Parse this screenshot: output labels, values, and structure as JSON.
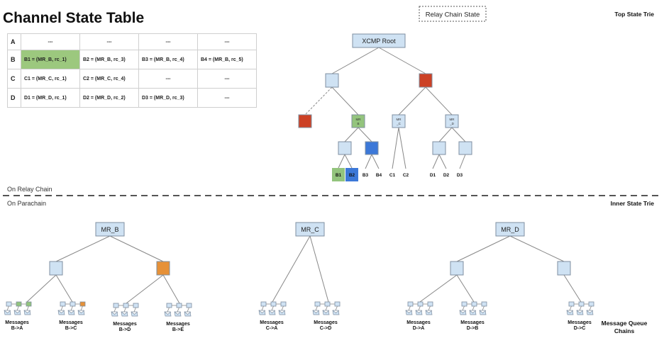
{
  "title": "Channel State Table",
  "table": {
    "rows": [
      {
        "key": "A",
        "cells": [
          "---",
          "---",
          "---",
          "---"
        ]
      },
      {
        "key": "B",
        "cells": [
          "B1 = (MR_B, rc_1)",
          "B2 = (MR_B, rc_3)",
          "B3 = (MR_B, rc_4)",
          "B4 = (MR_B, rc_5)"
        ]
      },
      {
        "key": "C",
        "cells": [
          "C1 = (MR_C, rc_1)",
          "C2 = (MR_C, rc_4)",
          "---",
          "---"
        ]
      },
      {
        "key": "D",
        "cells": [
          "D1 = (MR_D, rc_1)",
          "D2 = (MR_D, rc_2)",
          "D3 = (MR_D, rc_3)",
          "---"
        ]
      }
    ]
  },
  "labels": {
    "relay_chain_state": "Relay Chain State",
    "top_state_trie": "Top State Trie",
    "xcmp_root": "XCMP Root",
    "on_relay_chain": "On Relay Chain",
    "on_parachain": "On Parachain",
    "inner_state_trie": "Inner State Trie",
    "message_queue_chains_1": "Message Queue",
    "message_queue_chains_2": "Chains"
  },
  "top_trie": {
    "mr_b": [
      "MR",
      "B"
    ],
    "mr_c": [
      "MR",
      "_C"
    ],
    "mr_d": [
      "MR",
      "_D"
    ],
    "leaves": [
      "B1",
      "B2",
      "B3",
      "B4",
      "C1",
      "C2",
      "D1",
      "D2",
      "D3"
    ]
  },
  "inner_tries": {
    "roots": [
      "MR_B",
      "MR_C",
      "MR_D"
    ],
    "messages": [
      {
        "line1": "Messages",
        "line2": "B->A"
      },
      {
        "line1": "Messages",
        "line2": "B->C"
      },
      {
        "line1": "Messages",
        "line2": "B->D"
      },
      {
        "line1": "Messages",
        "line2": "B->E"
      },
      {
        "line1": "Messages",
        "line2": "C->A"
      },
      {
        "line1": "Messages",
        "line2": "C->D"
      },
      {
        "line1": "Messages",
        "line2": "D->A"
      },
      {
        "line1": "Messages",
        "line2": "D->B"
      },
      {
        "line1": "Messages",
        "line2": "D->C"
      }
    ]
  },
  "colors": {
    "node_fill": "#cfe2f3",
    "node_stroke": "#7f8fa0",
    "red": "#cc4125",
    "green": "#93c47d",
    "blue": "#3c78d8",
    "orange": "#e69138",
    "line": "#888888"
  }
}
